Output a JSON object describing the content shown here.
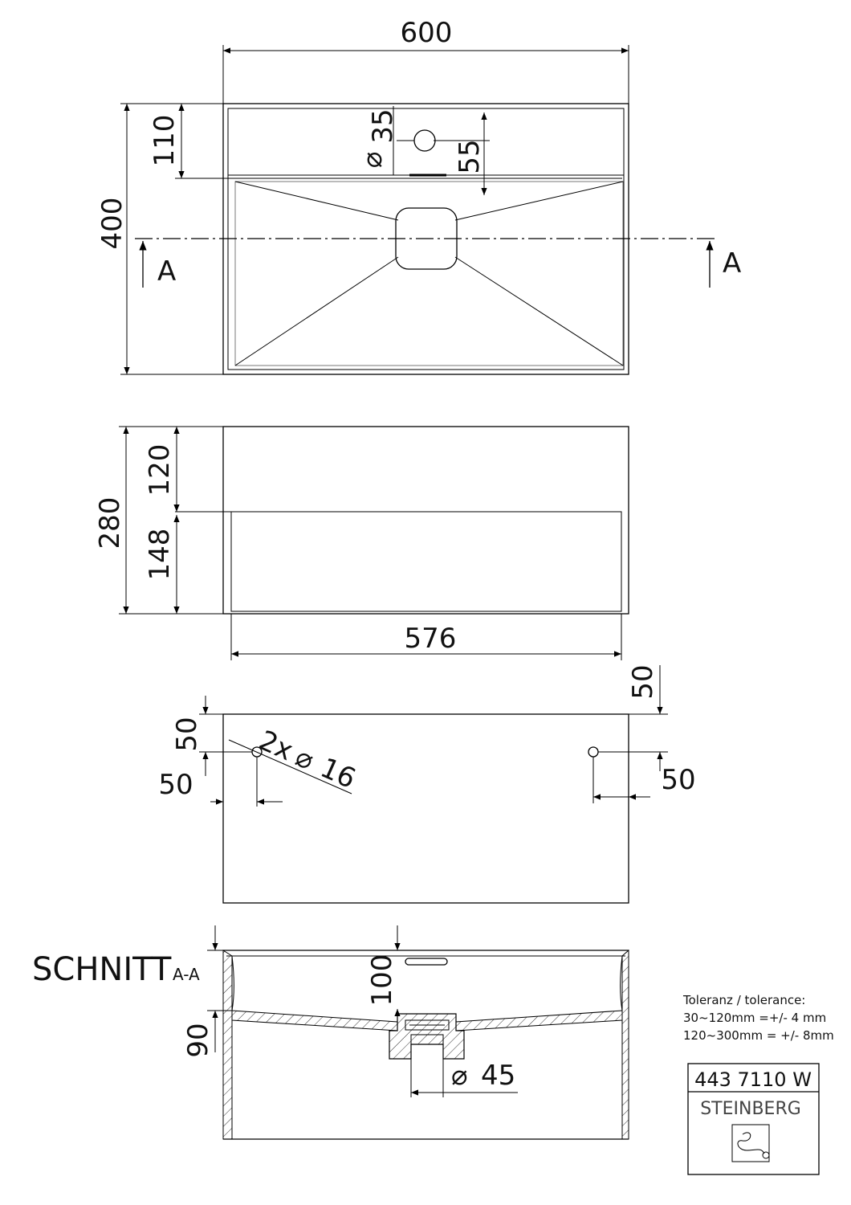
{
  "top_view": {
    "width_dim": "600",
    "depth_dim": "400",
    "rim_dim": "110",
    "tap_hole_dia_symbol": "⌀",
    "tap_hole_dia": "35",
    "tap_hole_offset": "55",
    "section_marker_left": "A",
    "section_marker_right": "A"
  },
  "front_view": {
    "height_dim": "280",
    "upper_dim": "120",
    "lower_dim": "148",
    "inner_width_dim": "576"
  },
  "bottom_view": {
    "left_top_dim": "50",
    "left_side_dim": "50",
    "right_top_dim": "50",
    "right_side_dim": "50",
    "holes_note_count": "2x",
    "holes_dia_symbol": "⌀",
    "holes_dia": "16"
  },
  "section_view": {
    "title": "SCHNITT",
    "title_suffix": "A-A",
    "depth_dim": "100",
    "wall_dim": "90",
    "drain_dia_symbol": "⌀",
    "drain_dia": "45"
  },
  "tolerance": {
    "heading": "Toleranz / tolerance:",
    "line1": "30~120mm =+/- 4 mm",
    "line2": "120~300mm = +/- 8mm"
  },
  "title_block": {
    "article_number": "443 7110 W",
    "brand": "STEINBERG"
  }
}
